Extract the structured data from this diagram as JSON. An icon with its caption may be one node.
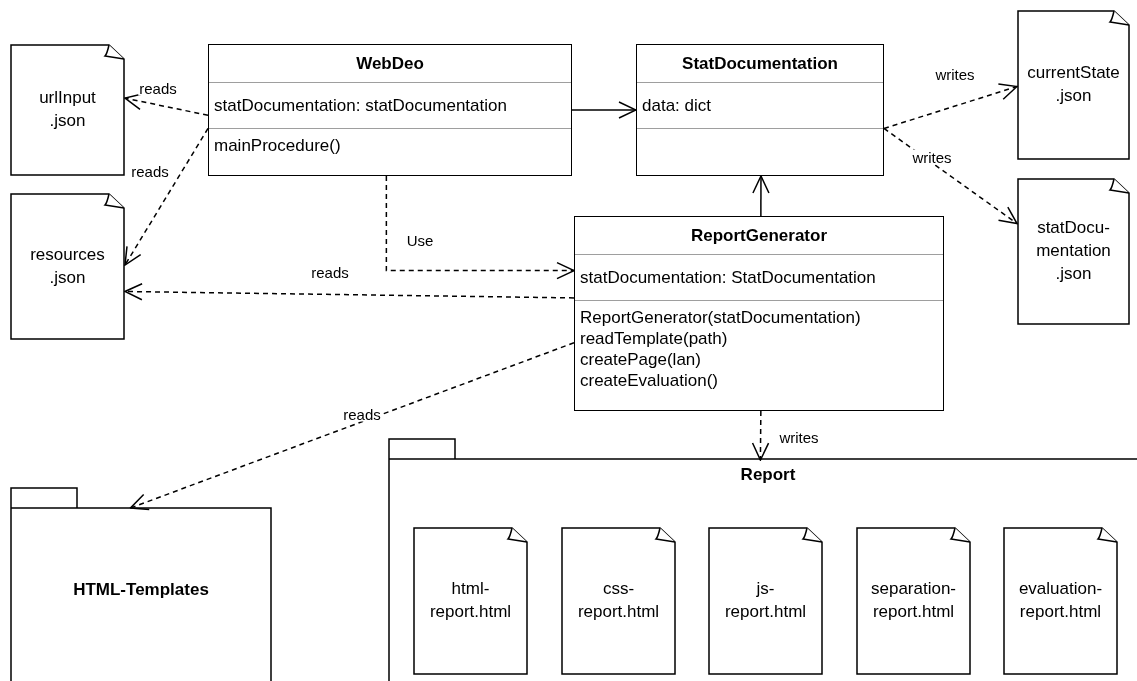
{
  "diagram": {
    "nodes": [
      {
        "text": [
          "urlInput .json"
        ]
      },
      {
        "text": [
          "resources .json"
        ]
      },
      {
        "text": [
          "WebDeo",
          "statDocumentation: statDocumentation",
          "mainProcedure()"
        ]
      },
      {
        "text": [
          "StatDocumentation",
          "data: dict"
        ]
      },
      {
        "text": [
          "ReportGenerator",
          "statDocumentation: StatDocumentation",
          "ReportGenerator(statDocumentation)",
          "readTemplate(path)",
          "createPage(lan)",
          "createEvaluation()"
        ]
      },
      {
        "text": [
          "currentState .json"
        ]
      },
      {
        "text": [
          "statDocu- mentation .json"
        ]
      },
      {
        "text": [
          "HTML-Templates"
        ]
      },
      {
        "text": [
          "Report"
        ]
      },
      {
        "text": [
          "html- report.html"
        ],
        "in": 8
      },
      {
        "text": [
          "css- report.html"
        ],
        "in": 8
      },
      {
        "text": [
          "js- report.html"
        ],
        "in": 8
      },
      {
        "text": [
          "separation- report.html"
        ],
        "in": 8
      },
      {
        "text": [
          "evaluation- report.html"
        ],
        "in": 8
      }
    ],
    "edges": [
      {
        "from": 2,
        "to": 0,
        "arrow": "to",
        "label": "reads",
        "style": "dashed"
      },
      {
        "from": 2,
        "to": 1,
        "arrow": "to",
        "label": "reads",
        "style": "dashed"
      },
      {
        "from": 4,
        "to": 1,
        "arrow": "to",
        "label": "reads",
        "style": "dashed"
      },
      {
        "from": 2,
        "to": 4,
        "arrow": "to",
        "label": "Use",
        "style": "dashed"
      },
      {
        "from": 2,
        "to": 3,
        "arrow": "to"
      },
      {
        "from": 4,
        "to": 3,
        "arrow": "to"
      },
      {
        "from": 3,
        "to": 5,
        "arrow": "to",
        "label": "writes",
        "style": "dashed"
      },
      {
        "from": 3,
        "to": 6,
        "arrow": "to",
        "label": "writes",
        "style": "dashed"
      },
      {
        "from": 4,
        "to": 7,
        "arrow": "to",
        "label": "reads",
        "style": "dashed"
      },
      {
        "from": 4,
        "to": 8,
        "arrow": "to",
        "label": "writes",
        "style": "dashed"
      }
    ]
  }
}
